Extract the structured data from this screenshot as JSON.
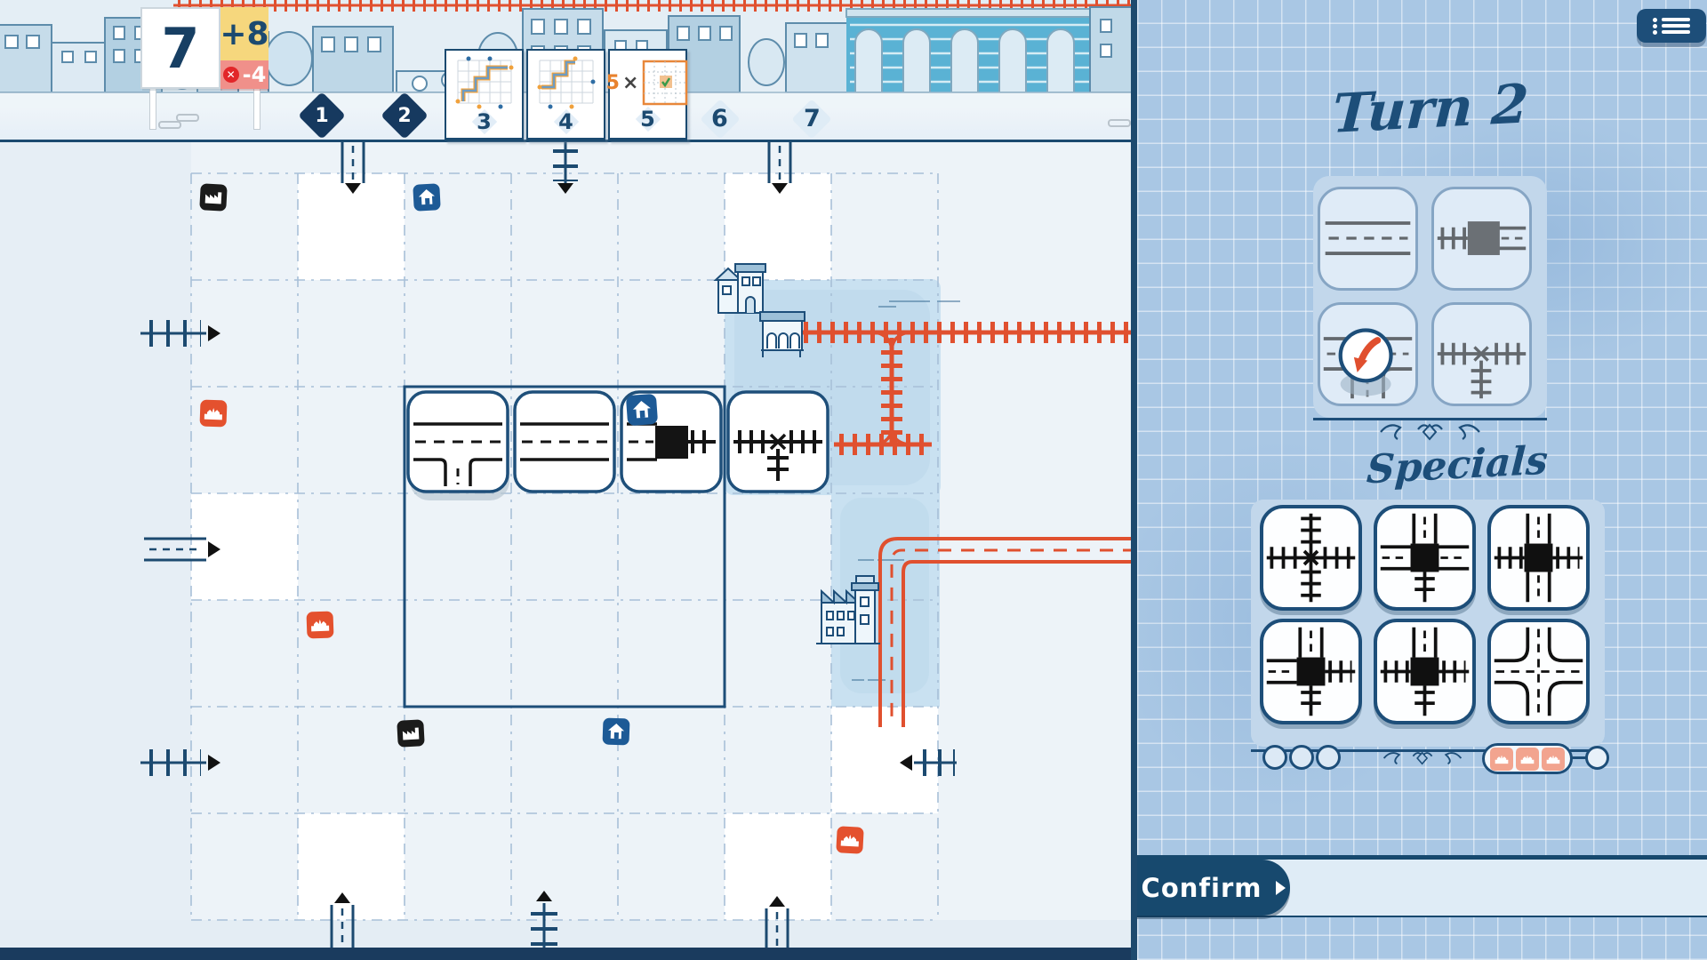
{
  "scoreboard": {
    "total": "7",
    "bonus": "+8",
    "penalty": "-4",
    "penalty_icon": "circle-x-icon"
  },
  "round_track": {
    "rounds": [
      "1",
      "2",
      "3",
      "4",
      "5",
      "6",
      "7"
    ],
    "round_types": [
      "filled-diamond",
      "filled-diamond",
      "card-longest-route",
      "card-longest-route",
      "card-center-bonus",
      "outline-diamond",
      "outline-diamond"
    ],
    "card5_multiplier_value": "5",
    "card5_multiplier_times": "×"
  },
  "menu": {
    "icon": "menu-list-icon"
  },
  "turn_panel": {
    "title": "Turn 2",
    "dice": [
      {
        "name": "road-straight",
        "used": false
      },
      {
        "name": "station-rail-to-road",
        "used": false
      },
      {
        "name": "road-t-junction",
        "used": true,
        "used_marker": "red-check"
      },
      {
        "name": "rail-t-junction",
        "used": false
      }
    ],
    "specials_title": "Specials",
    "specials": [
      "rail-crossroad",
      "station-roads-north-west-east-rail-south",
      "station-rails-west-east-roads-north-south",
      "station-roads-north-west-rails-east-south",
      "station-road-north-rails-west-east-south",
      "road-crossroad"
    ],
    "special_slots": {
      "empty_circles": 3,
      "used_markers": 3,
      "extra_circle": 1
    }
  },
  "confirm_bar": {
    "label": "Confirm",
    "icon": "play-arrow-icon"
  },
  "board": {
    "grid": {
      "cols": 7,
      "rows": 7
    },
    "white_cells": [
      [
        1,
        0
      ],
      [
        5,
        0
      ],
      [
        0,
        3
      ],
      [
        1,
        6
      ],
      [
        5,
        6
      ],
      [
        6,
        5
      ]
    ],
    "bonus_icons": [
      {
        "cell": [
          0,
          0
        ],
        "type": "factory",
        "color": "black"
      },
      {
        "cell": [
          2,
          0
        ],
        "type": "house",
        "color": "blue"
      },
      {
        "cell": [
          0,
          2
        ],
        "type": "station",
        "color": "red"
      },
      {
        "cell": [
          1,
          4
        ],
        "type": "station",
        "color": "red"
      },
      {
        "cell": [
          2,
          5
        ],
        "type": "factory",
        "color": "black"
      },
      {
        "cell": [
          3,
          5
        ],
        "type": "house",
        "color": "blue"
      },
      {
        "cell": [
          6,
          6
        ],
        "type": "station",
        "color": "red"
      }
    ],
    "exits": {
      "top": [
        "road",
        "rail",
        "road"
      ],
      "left": [
        "rail",
        "road",
        "rail"
      ],
      "bottom": [
        "road",
        "rail",
        "road"
      ],
      "right": [
        "rail",
        "road",
        "rail"
      ]
    },
    "placed_tiles": [
      {
        "cell": [
          2,
          2
        ],
        "type": "road-t-junction"
      },
      {
        "cell": [
          3,
          2
        ],
        "type": "road-straight"
      },
      {
        "cell": [
          4,
          2
        ],
        "type": "station-road-to-rail"
      },
      {
        "cell": [
          5,
          2
        ],
        "type": "rail-t-junction"
      }
    ],
    "drawn_routes": [
      {
        "ink": "red",
        "type": "rail",
        "desc": "rail from right edge row1 with branch south to rail spur row2"
      },
      {
        "ink": "red",
        "type": "road",
        "desc": "road from right edge row3 turning south through col6 to row5"
      }
    ],
    "illustrations": [
      "house",
      "arched-gallery",
      "factory-tower"
    ]
  }
}
